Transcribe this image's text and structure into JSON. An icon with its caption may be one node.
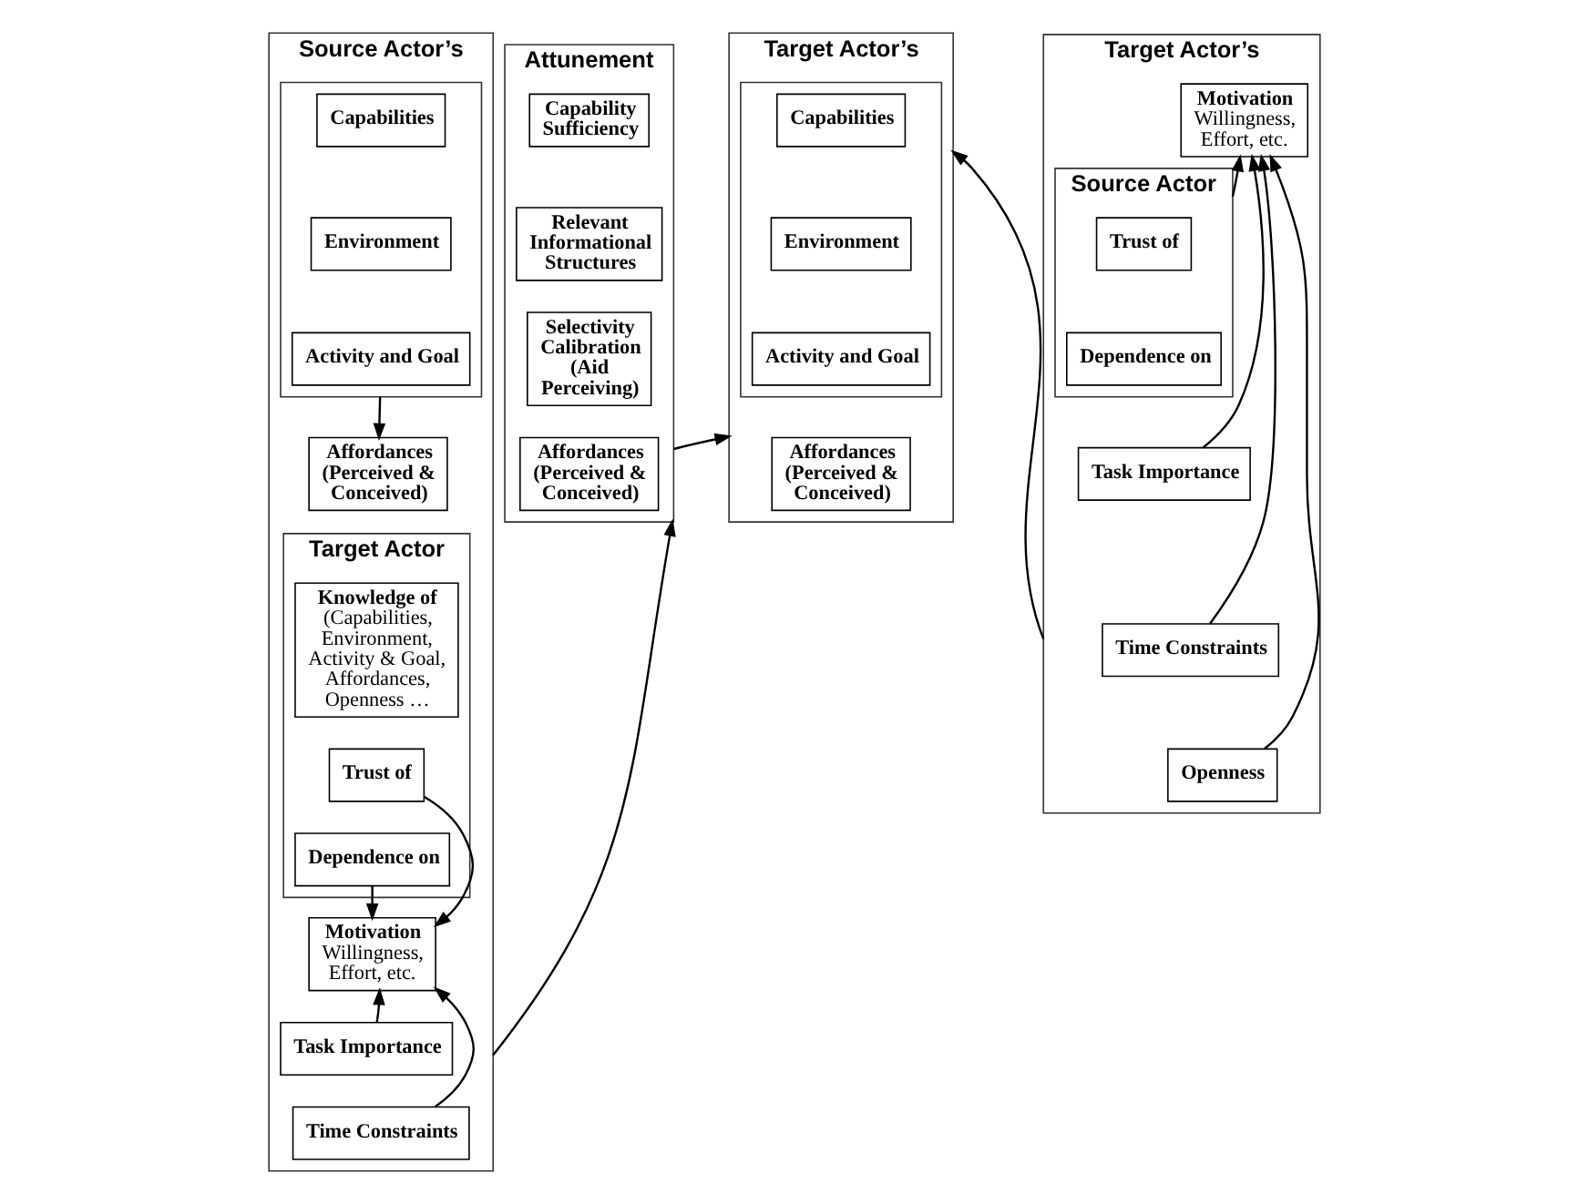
{
  "diagram": {
    "nodes": [
      {
        "text": [
          "Source Actor’s"
        ]
      },
      {
        "text": [],
        "shape": "box",
        "in": 0
      },
      {
        "text": [
          "Capabilities"
        ],
        "in": 1
      },
      {
        "text": [
          "Environment"
        ],
        "in": 1
      },
      {
        "text": [
          "Activity and Goal"
        ],
        "in": 1
      },
      {
        "text": [
          "Affordances (Perceived & Conceived)"
        ],
        "in": 0
      },
      {
        "text": [
          "Target Actor"
        ],
        "in": 0
      },
      {
        "text": [
          "Knowledge of",
          "(Capabilities, Environment, Activity & Goal, Affordances, Openness …"
        ],
        "in": 6
      },
      {
        "text": [
          "Trust of"
        ],
        "in": 6
      },
      {
        "text": [
          "Dependence on"
        ],
        "in": 6
      },
      {
        "text": [
          "Motivation",
          "Willingness, Effort, etc."
        ],
        "in": 0
      },
      {
        "text": [
          "Task Importance"
        ],
        "in": 0
      },
      {
        "text": [
          "Time Constraints"
        ],
        "in": 0
      },
      {
        "text": [
          "Attunement"
        ]
      },
      {
        "text": [
          "Capability Sufficiency"
        ],
        "in": 13
      },
      {
        "text": [
          "Relevant Informational Structures"
        ],
        "in": 13
      },
      {
        "text": [
          "Selectivity Calibration",
          "(Aid Perceiving)"
        ],
        "in": 13
      },
      {
        "text": [
          "Affordances (Perceived & Conceived)"
        ],
        "in": 13
      },
      {
        "text": [
          "Target Actor’s"
        ]
      },
      {
        "text": [],
        "shape": "box",
        "in": 18
      },
      {
        "text": [
          "Capabilities"
        ],
        "in": 19
      },
      {
        "text": [
          "Environment"
        ],
        "in": 19
      },
      {
        "text": [
          "Activity and Goal"
        ],
        "in": 19
      },
      {
        "text": [
          "Affordances (Perceived & Conceived)"
        ],
        "in": 18
      },
      {
        "text": [
          "Target Actor’s"
        ]
      },
      {
        "text": [
          "Motivation",
          "Willingness, Effort, etc."
        ],
        "in": 24
      },
      {
        "text": [
          "Source Actor"
        ],
        "in": 24
      },
      {
        "text": [
          "Trust of"
        ],
        "in": 26
      },
      {
        "text": [
          "Dependence on"
        ],
        "in": 26
      },
      {
        "text": [
          "Task Importance"
        ],
        "in": 24
      },
      {
        "text": [
          "Time Constraints"
        ],
        "in": 24
      },
      {
        "text": [
          "Openness"
        ],
        "in": 24
      }
    ],
    "edges": [
      {
        "from": 1,
        "to": 5,
        "arrow": "to"
      },
      {
        "from": 0,
        "to": 13,
        "arrow": "to"
      },
      {
        "from": 13,
        "to": 18,
        "arrow": "to"
      },
      {
        "from": 24,
        "to": 18,
        "arrow": "to"
      },
      {
        "from": 8,
        "to": 10,
        "arrow": "to"
      },
      {
        "from": 9,
        "to": 10,
        "arrow": "to"
      },
      {
        "from": 11,
        "to": 10,
        "arrow": "to"
      },
      {
        "from": 12,
        "to": 10,
        "arrow": "to"
      },
      {
        "from": 26,
        "to": 25,
        "arrow": "to"
      },
      {
        "from": 29,
        "to": 25,
        "arrow": "to"
      },
      {
        "from": 30,
        "to": 25,
        "arrow": "to"
      },
      {
        "from": 31,
        "to": 25,
        "arrow": "to"
      }
    ]
  }
}
